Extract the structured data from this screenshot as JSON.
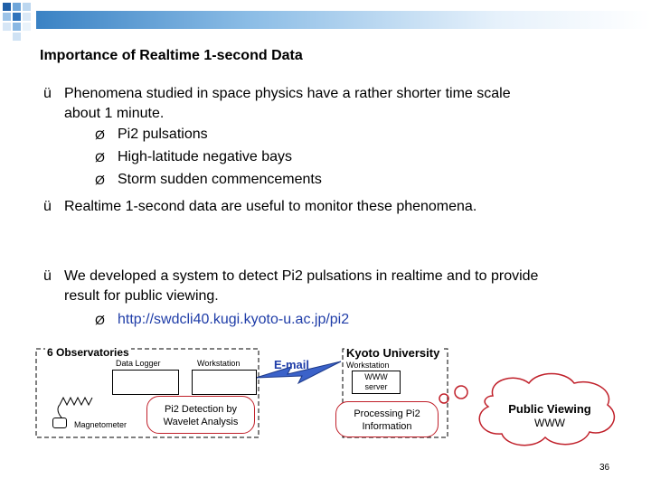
{
  "title": "Importance of Realtime 1-second Data",
  "bullets": {
    "b1_line1": "Phenomena studied in space physics  have a rather shorter time scale",
    "b1_line2": "about 1 minute.",
    "sub1": "Pi2 pulsations",
    "sub2": "High-latitude negative bays",
    "sub3": "Storm sudden commencements",
    "b2": "Realtime 1-second data are useful to monitor these phenomena.",
    "b3_line1": "We developed a system to detect Pi2 pulsations in realtime and to provide",
    "b3_line2": "result for public viewing.",
    "url": "http://swdcli40.kugi.kyoto-u.ac.jp/pi2"
  },
  "symbols": {
    "check": "ü",
    "arrow": "Ø"
  },
  "diagram": {
    "observatories": "6 Observatories",
    "data_logger": "Data Logger",
    "workstation": "Workstation",
    "magnetometer": "Magnetometer",
    "pi2_detection_l1": "Pi2 Detection by",
    "pi2_detection_l2": "Wavelet Analysis",
    "email": "E-mail",
    "kyoto": "Kyoto University",
    "kyoto_ws": "Workstation",
    "www_l1": "WWW",
    "www_l2": "server",
    "processing_l1": "Processing Pi2",
    "processing_l2": "Information",
    "public_l1": "Public Viewing",
    "public_l2": "WWW"
  },
  "page_number": "36",
  "colors": {
    "accent_blue": "#3a82c4",
    "link_blue": "#1f3da8",
    "red": "#c0202a"
  }
}
